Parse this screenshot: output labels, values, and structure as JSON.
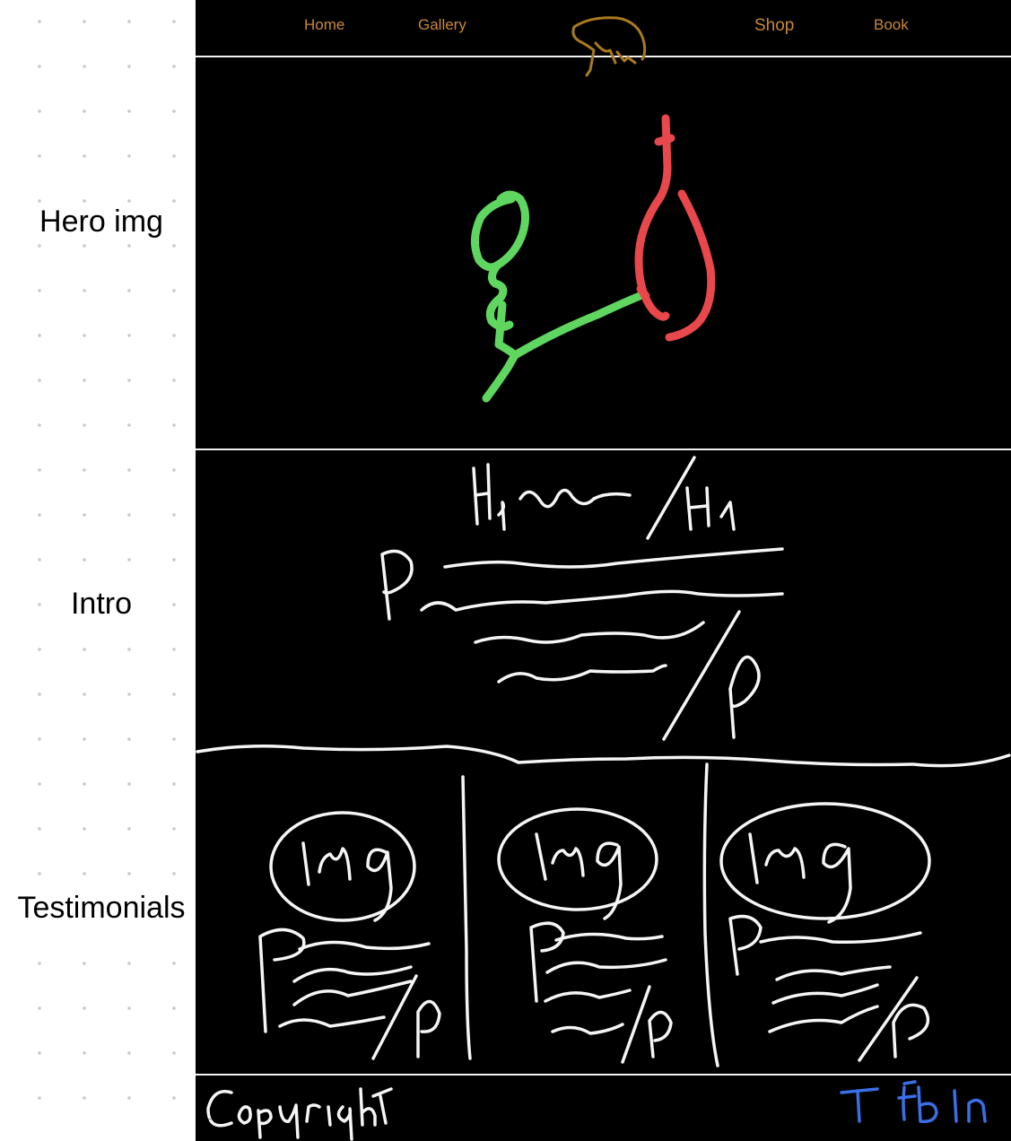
{
  "side_labels": {
    "hero": "Hero img",
    "intro": "Intro",
    "testimonials": "Testimonials"
  },
  "nav": {
    "links": [
      "Home",
      "Gallery",
      "Shop",
      "Book"
    ],
    "link_color": "#c8883a",
    "logo_color": "#a9791f",
    "logo_icon": "bear-icon"
  },
  "hero": {
    "sketch_colors": {
      "figure": "#5fd65f",
      "bag": "#e8484b"
    },
    "icon_name": "hero-sketch-illustration"
  },
  "intro": {
    "heading_scribble": "H1 ~~ /H1",
    "paragraph_scribble": "P ~~~~ /P"
  },
  "testimonials": {
    "cards": [
      {
        "img": "Img",
        "text": "P ~~ /P"
      },
      {
        "img": "Img",
        "text": "P ~~ /P"
      },
      {
        "img": "Img",
        "text": "P ~~ /P"
      }
    ]
  },
  "footer": {
    "copyright": "Copyright",
    "social": [
      "T",
      "Fb",
      "In"
    ],
    "social_color": "#3a6fe6"
  }
}
